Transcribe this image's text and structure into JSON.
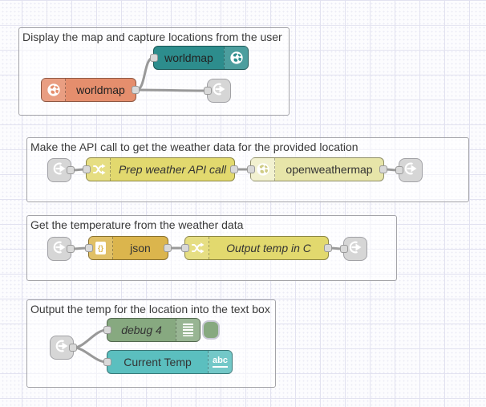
{
  "canvas": {
    "background": "#fcfcfe",
    "grid_line_color": "#e2e2f0",
    "wire_color": "#999999"
  },
  "groups": [
    {
      "title": "Display the map and capture locations from the user",
      "nodes": [
        {
          "label": "worldmap",
          "type": "worldmap",
          "color": "#2D8D8D",
          "icon": "globe-icon"
        },
        {
          "label": "worldmap",
          "type": "worldmap-in",
          "color": "#E58E6D",
          "icon": "globe-icon"
        },
        {
          "label": "",
          "type": "link-out",
          "color": "#D6D6D6",
          "icon": "link-out-icon"
        }
      ]
    },
    {
      "title": "Make the API call to get the weather data for the provided location",
      "nodes": [
        {
          "label": "",
          "type": "link-in",
          "color": "#D6D6D6",
          "icon": "link-in-icon"
        },
        {
          "label": "Prep weather API call",
          "type": "change",
          "color": "#E2D96E",
          "icon": "shuffle-icon"
        },
        {
          "label": "openweathermap",
          "type": "openweathermap",
          "color": "#E7E5A9",
          "icon": "globe-icon"
        },
        {
          "label": "",
          "type": "link-out",
          "color": "#D6D6D6",
          "icon": "link-out-icon"
        }
      ]
    },
    {
      "title": "Get the temperature from the weather data",
      "nodes": [
        {
          "label": "",
          "type": "link-in",
          "color": "#D6D6D6",
          "icon": "link-in-icon"
        },
        {
          "label": "json",
          "type": "json",
          "color": "#DBB54D",
          "icon": "json-page-icon",
          "icon_text": "{}"
        },
        {
          "label": "Output temp in C",
          "type": "change",
          "color": "#E2D96E",
          "icon": "shuffle-icon"
        },
        {
          "label": "",
          "type": "link-out",
          "color": "#D6D6D6",
          "icon": "link-out-icon"
        }
      ]
    },
    {
      "title": "Output the temp for the location into the text box",
      "nodes": [
        {
          "label": "",
          "type": "link-in",
          "color": "#D6D6D6",
          "icon": "link-in-icon"
        },
        {
          "label": "debug 4",
          "type": "debug",
          "color": "#87A980",
          "icon": "debug-list-icon",
          "toggle_color": "#87A980"
        },
        {
          "label": "Current Temp",
          "type": "ui-text",
          "color": "#5BBFBF",
          "icon": "abc-icon",
          "icon_text": "abc"
        }
      ]
    }
  ]
}
